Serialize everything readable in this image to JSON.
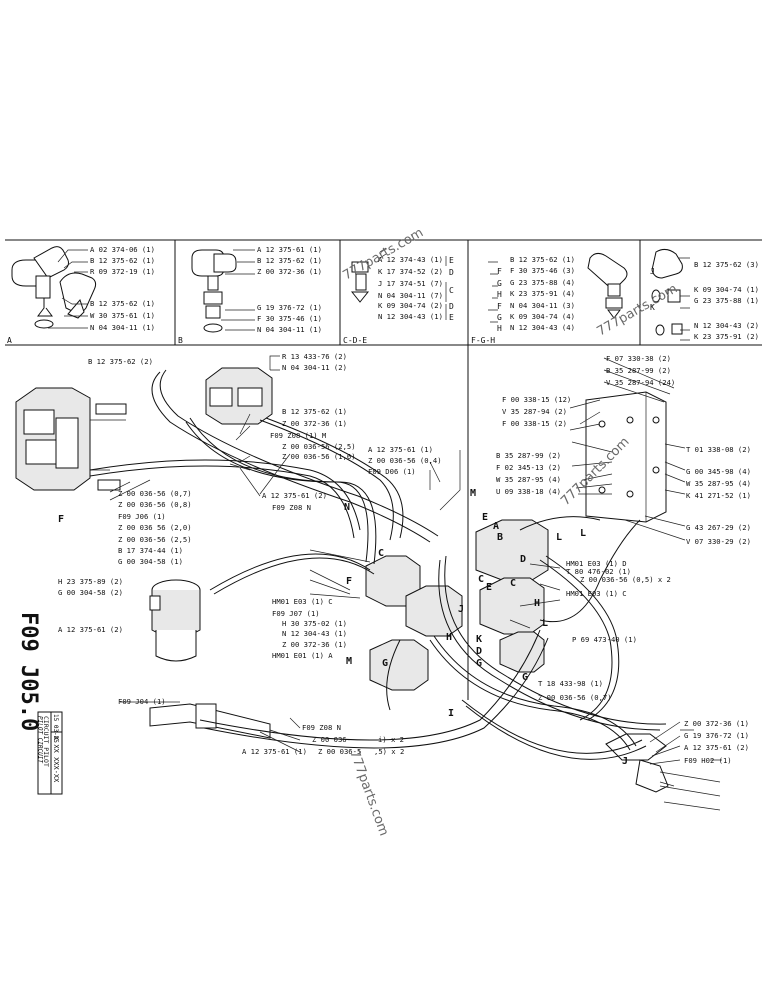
{
  "page_code": "F09  J05.0",
  "doc_box": {
    "code": "X XX  XXX-XX",
    "date": "15 03-85",
    "title_fr": "CIRCUIT PILOT",
    "title_en": "PILOT CIRCUIT"
  },
  "watermarks": [
    "777parts.com",
    "777parts.com",
    "777parts.com",
    "777parts.com"
  ],
  "sections": [
    {
      "id": "A",
      "label": "A",
      "lines": [
        "A 02 374-06 (1)",
        "B 12 375-62 (1)",
        "R 09 372-19 (1)",
        "B 12 375-62 (1)",
        "W 30 375-61 (1)",
        "N 04 304-11 (1)"
      ]
    },
    {
      "id": "B",
      "label": "B",
      "lines": [
        "A 12 375-61 (1)",
        "B 12 375-62 (1)",
        "Z 00 372-36 (1)",
        "G 19 376-72 (1)",
        "F 30 375-46 (1)",
        "N 04 304-11 (1)"
      ]
    },
    {
      "id": "CDE",
      "label": "C-D-E",
      "lines": [
        "A 12 374-43 (1)",
        "K 17 374-52 (2)",
        "J 17 374-51 (7)",
        "N 04 304-11 (7)",
        "K 09 304-74 (2)",
        "N 12 304-43 (1)"
      ],
      "letters": [
        "E",
        "D",
        "C",
        "D",
        "E"
      ]
    },
    {
      "id": "FGH",
      "label": "F-G-H",
      "lines": [
        "B 12 375-62 (1)",
        "F 30 375-46 (3)",
        "G 23 375-88 (4)",
        "K 23 375-91 (4)",
        "N 04 304-11 (3)",
        "K 09 304-74 (4)",
        "N 12 304-43 (4)"
      ],
      "letters": [
        "F",
        "G",
        "H",
        "F",
        "G",
        "H"
      ]
    },
    {
      "id": "JK",
      "label_j": "J",
      "label_k": "K",
      "lines": [
        "B 12 375-62 (3)",
        "K 09 304-74 (1)",
        "G 23 375-88 (1)",
        "N 12 304-43 (2)",
        "K 23 375-91 (2)"
      ]
    }
  ],
  "callouts_left": [
    "B 12 375-62 (2)",
    "R 13 433-76 (2)",
    "N 04 304-11 (2)",
    "B 12 375-62 (1)",
    "Z 00 372-36 (1)",
    "F09  Z08 (1) M",
    "Z 00 036-56 (2,5)",
    "Z 00 036-56 (1,6)",
    "Z 00 036-56 (0,7)",
    "Z 00 036-56 (0,8)",
    "F09  J06 (1)",
    "A 12 375-61 (2)",
    "F09  Z08  N",
    "Z 00 036 56 (2,0)",
    "Z 00 036-56 (2,5)",
    "B 17 374-44 (1)",
    "G 00 304-58 (1)",
    "H 23 375-89 (2)",
    "G 00 304-58 (2)",
    "A 12 375-61 (2)"
  ],
  "callouts_center": [
    "A 12 375-61 (1)",
    "Z 00 036-56 (0,4)",
    "F09  D06 (1)",
    "HM01  E03 (1) C",
    "F09  J07 (1)",
    "H 30 375-02 (1)",
    "N 12 304-43 (1)",
    "Z 00 372-36 (1)",
    "HM01  E01 (1) A",
    "HM01  E03 (1) D",
    "Z 00 036-56 (0,5) x 2",
    "HM01  E03 (1) C",
    "P 69 473-40 (1)",
    "T 18 433-98 (1)",
    "Z 00 036-56 (0,7)"
  ],
  "callouts_bottom": [
    "F09  J04 (1)",
    "F09  Z08  N",
    "Z 00 036-",
    "i) x 2",
    "Z 00 036-5",
    ",5) x 2",
    "A 12 375-61 (1)"
  ],
  "callouts_right": [
    "F 07 330-38 (2)",
    "B 35 287-99 (2)",
    "V 35 287-94 (24)",
    "F 00 338-15 (12)",
    "V 35 287-94 (2)",
    "F 00 338-15 (2)",
    "T 01 338-08 (2)",
    "B 35 287-99 (2)",
    "F 02 345-13 (2)",
    "G 00 345-98 (4)",
    "W 35 287-95 (4)",
    "W 35 287-95 (4)",
    "U 09 338-18 (4)",
    "K 41 271-52 (1)",
    "G 43 267-29 (2)",
    "V 07 330-29 (2)",
    "T 80 476-02 (1)",
    "Z 00 372-36 (1)",
    "G 19 376-72 (1)",
    "A 12 375-61 (2)",
    "F09  H02 (1)"
  ],
  "letters": [
    "F",
    "C",
    "F",
    "G",
    "H",
    "J",
    "A",
    "B",
    "C",
    "E",
    "D",
    "E",
    "C",
    "H",
    "L",
    "L",
    "M",
    "K",
    "D",
    "G",
    "G",
    "I",
    "J",
    "M",
    "L",
    "N"
  ]
}
